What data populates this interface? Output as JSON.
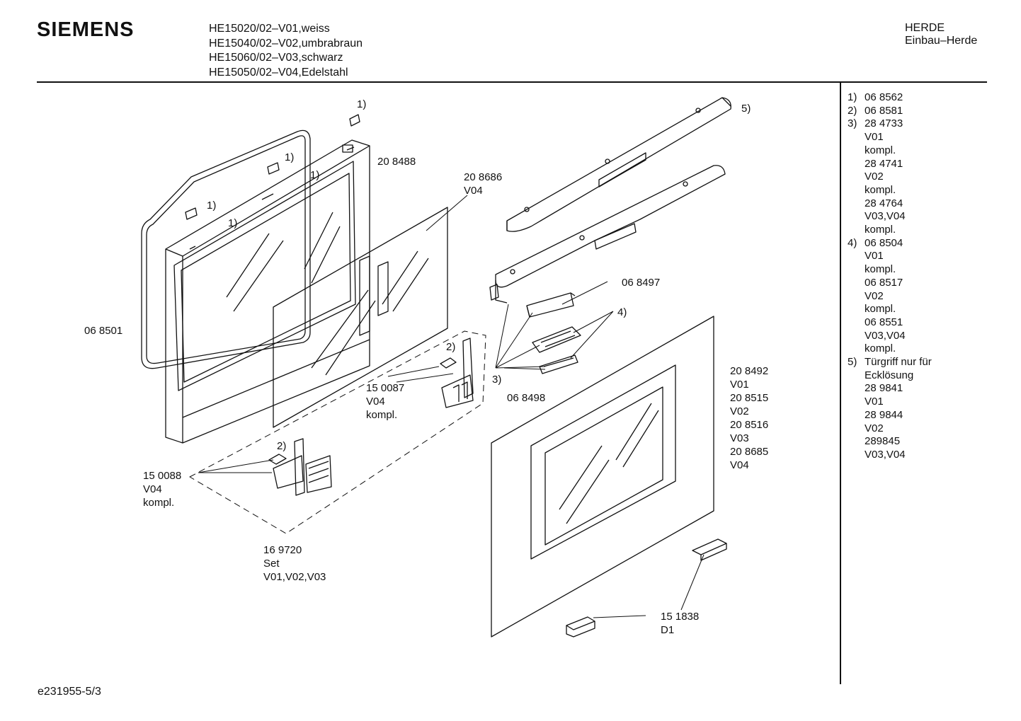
{
  "header": {
    "brand": "SIEMENS",
    "models": [
      "HE15020/02–V01,weiss",
      "HE15040/02–V02,umbrabraun",
      "HE15060/02–V03,schwarz",
      "HE15050/02–V04,Edelstahl"
    ],
    "category": "HERDE",
    "subcategory": "Einbau–Herde"
  },
  "legend": [
    {
      "num": "1)",
      "text": "06 8562"
    },
    {
      "num": "2)",
      "text": "06 8581"
    },
    {
      "num": "3)",
      "text": "28 4733"
    },
    {
      "num": "",
      "text": "V01"
    },
    {
      "num": "",
      "text": "kompl."
    },
    {
      "num": "",
      "text": "28 4741"
    },
    {
      "num": "",
      "text": "V02"
    },
    {
      "num": "",
      "text": "kompl."
    },
    {
      "num": "",
      "text": "28 4764"
    },
    {
      "num": "",
      "text": "V03,V04"
    },
    {
      "num": "",
      "text": "kompl."
    },
    {
      "num": "4)",
      "text": "06 8504"
    },
    {
      "num": "",
      "text": "V01"
    },
    {
      "num": "",
      "text": "kompl."
    },
    {
      "num": "",
      "text": "06 8517"
    },
    {
      "num": "",
      "text": "V02"
    },
    {
      "num": "",
      "text": "kompl."
    },
    {
      "num": "",
      "text": "06 8551"
    },
    {
      "num": "",
      "text": "V03,V04"
    },
    {
      "num": "",
      "text": "kompl."
    },
    {
      "num": "5)",
      "text": "Türgriff nur für"
    },
    {
      "num": "",
      "text": "Ecklösung"
    },
    {
      "num": "",
      "text": "28 9841"
    },
    {
      "num": "",
      "text": "V01"
    },
    {
      "num": "",
      "text": "28 9844"
    },
    {
      "num": "",
      "text": "V02"
    },
    {
      "num": "",
      "text": "289845"
    },
    {
      "num": "",
      "text": "V03,V04"
    }
  ],
  "callouts": {
    "c1a": "1)",
    "c1b": "1)",
    "c1c": "1)",
    "c1d": "1)",
    "c1e": "1)",
    "c2a": "2)",
    "c2b": "2)",
    "c3": "3)",
    "c4": "4)",
    "c5": "5)"
  },
  "parts": {
    "p208488": [
      "20 8488"
    ],
    "p208686": [
      "20 8686",
      "V04"
    ],
    "p068501": [
      "06 8501"
    ],
    "p068497": [
      "06 8497"
    ],
    "p150087": [
      "15 0087",
      "V04",
      "kompl."
    ],
    "p068498": [
      "06 8498"
    ],
    "p208492": [
      "20 8492",
      "V01",
      "20 8515",
      "V02",
      "20 8516",
      "V03",
      "20 8685",
      "V04"
    ],
    "p150088": [
      "15 0088",
      "V04",
      "kompl."
    ],
    "p169720": [
      "16 9720",
      "Set",
      "V01,V02,V03"
    ],
    "p151838": [
      "15 1838",
      "D1"
    ]
  },
  "footer": {
    "doc_id": "e231955-5/3"
  }
}
